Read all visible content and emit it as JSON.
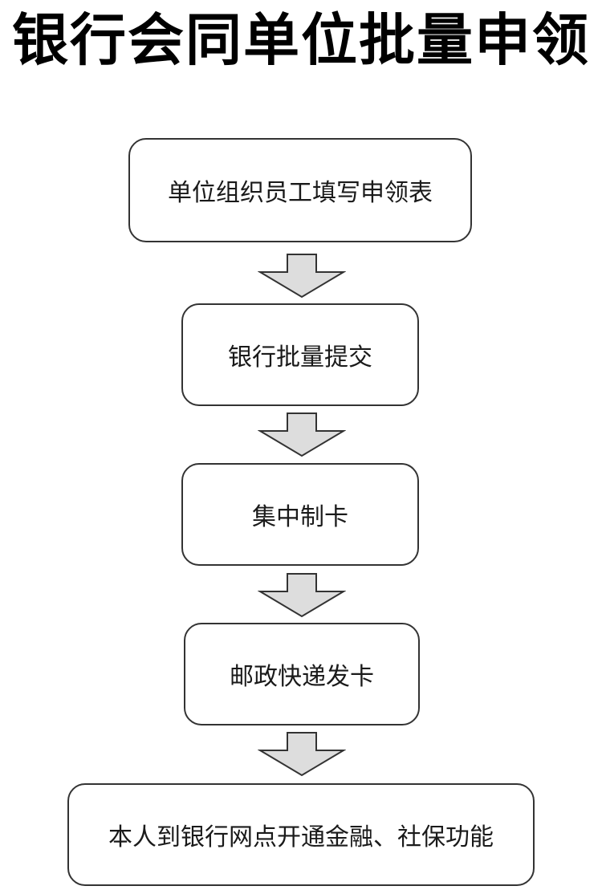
{
  "title": "银行会同单位批量申领",
  "steps": [
    "单位组织员工填写申领表",
    "银行批量提交",
    "集中制卡",
    "邮政快递发卡",
    "本人到银行网点开通金融、社保功能"
  ],
  "colors": {
    "border": "#333333",
    "arrow_fill": "#dddddd",
    "text": "#1a1a1a"
  }
}
